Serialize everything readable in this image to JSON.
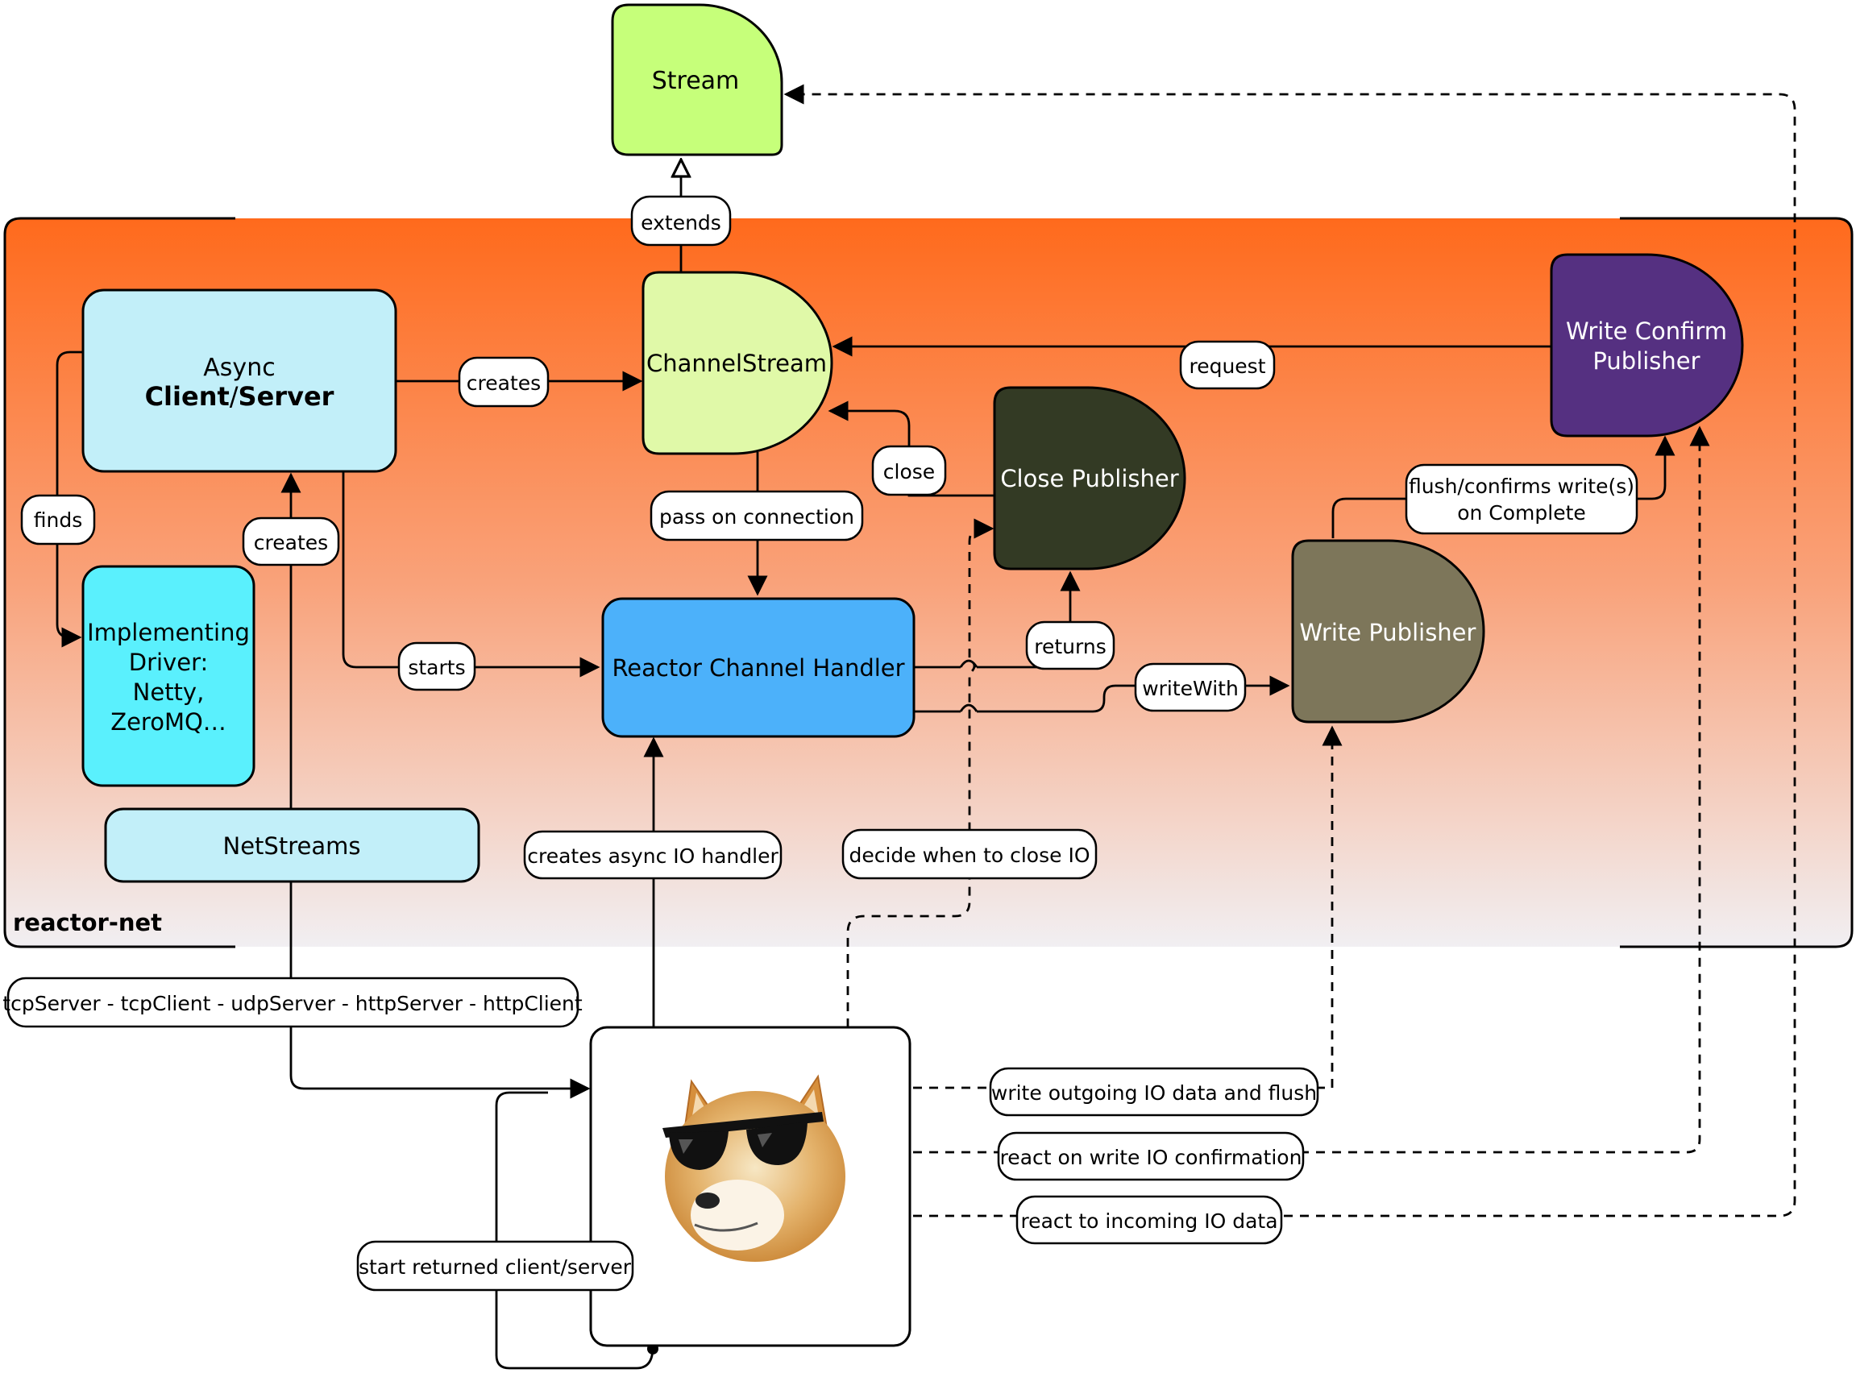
{
  "container": {
    "label": "reactor-net"
  },
  "colors": {
    "orange_top": "#ff6a1c",
    "orange_bottom": "#f1eff2",
    "stream": "#c6ff7a",
    "channel_stream": "#e0f9a8",
    "async": "#c2eff9",
    "driver": "#5af0fd",
    "netstreams": "#c2eff9",
    "reactor_handler": "#4cb1fa",
    "close_publisher": "#333a24",
    "write_publisher": "#7d765a",
    "write_confirm": "#553081"
  },
  "nodes": {
    "stream": "Stream",
    "channel_stream": "ChannelStream",
    "async_line1": "Async",
    "async_line2_a": "Client",
    "async_line2_b": "/",
    "async_line2_c": "Server",
    "driver_line1": "Implementing",
    "driver_line2": "Driver:",
    "driver_line3": "Netty,",
    "driver_line4": "ZeroMQ…",
    "netstreams": "NetStreams",
    "reactor_handler": "Reactor Channel Handler",
    "close_publisher": "Close Publisher",
    "write_publisher": "Write Publisher",
    "write_confirm_line1": "Write Confirm",
    "write_confirm_line2": "Publisher",
    "user_image": "doge-with-sunglasses"
  },
  "edges": {
    "extends": "extends",
    "creates_top": "creates",
    "request": "request",
    "close": "close",
    "finds": "finds",
    "creates_left": "creates",
    "pass_on_connection": "pass on connection",
    "starts": "starts",
    "returns": "returns",
    "write_with": "writeWith",
    "flush_line1": "flush/confirms write(s)",
    "flush_line2": "on Complete",
    "creates_async_io": "creates async IO handler",
    "decide_close": "decide when to close IO",
    "factories": "tcpServer - tcpClient - udpServer - httpServer - httpClient",
    "write_outgoing": "write outgoing IO data and flush",
    "react_write_confirm": "react on write IO confirmation",
    "react_incoming": "react to incoming IO data",
    "start_returned": "start returned client/server"
  }
}
